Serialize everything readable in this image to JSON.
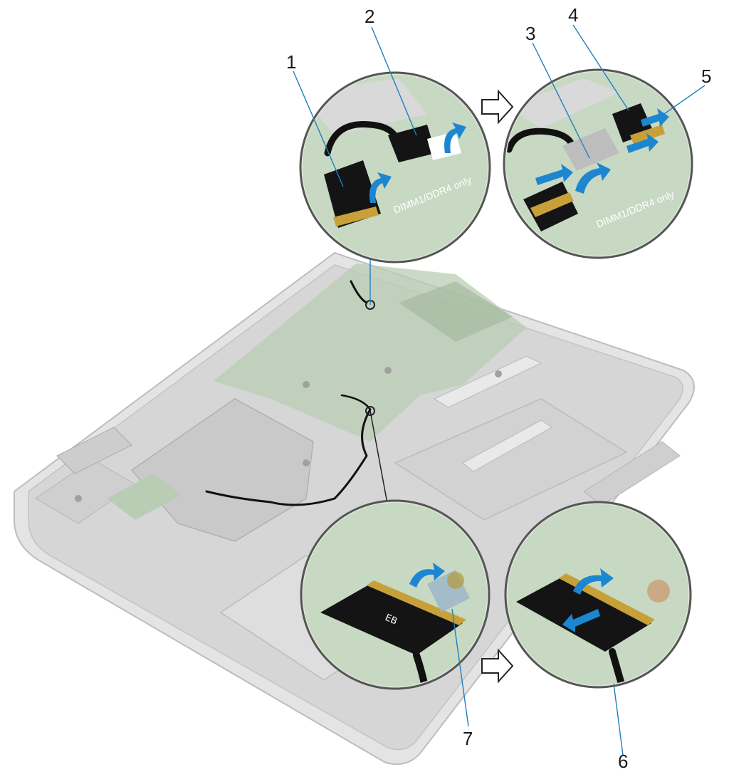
{
  "callouts": {
    "c1": "1",
    "c2": "2",
    "c3": "3",
    "c4": "4",
    "c5": "5",
    "c6": "6",
    "c7": "7"
  },
  "board_labels": {
    "dimm_left": "DIMM1/DDR4 only",
    "dimm_right": "DIMM1/DDR4 only"
  },
  "colors": {
    "leader": "#1f7fc0",
    "arrow": "#1c86d1",
    "board": "#b9cdb4",
    "chassis": "#e4e4e4"
  },
  "icons": {
    "step_arrow": "hollow-right-arrow-icon",
    "direction": "curved-arrow-icon"
  }
}
